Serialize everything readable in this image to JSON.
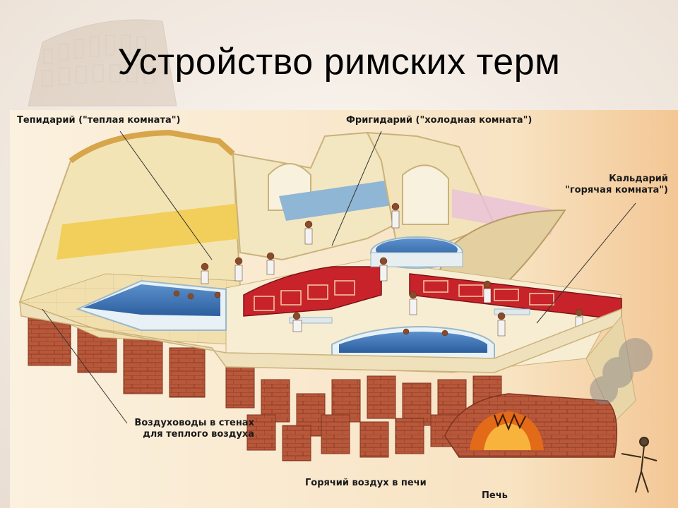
{
  "slide": {
    "title": "Устройство римских терм"
  },
  "labels": {
    "tepidarium": "Тепидарий (\"теплая комната\")",
    "frigidarium": "Фригидарий (\"холодная комната\")",
    "caldarium_line1": "Кальдарий",
    "caldarium_line2": "\"горячая комната\")",
    "ducts_line1": "Воздуховоды в стенах",
    "ducts_line2": "для теплого воздуха",
    "hot_air": "Горячий воздух в печи",
    "furnace": "Печь"
  },
  "colors": {
    "background": "#f3ece4",
    "wall": "#f3e4b6",
    "floor": "#f7edd2",
    "yellow_band": "#f1cf5a",
    "blue_band": "#8fb6d4",
    "red_wall": "#c8232b",
    "water": "#3a72b6",
    "brick": "#b4553a",
    "furnace_fire": "#e36a18"
  }
}
